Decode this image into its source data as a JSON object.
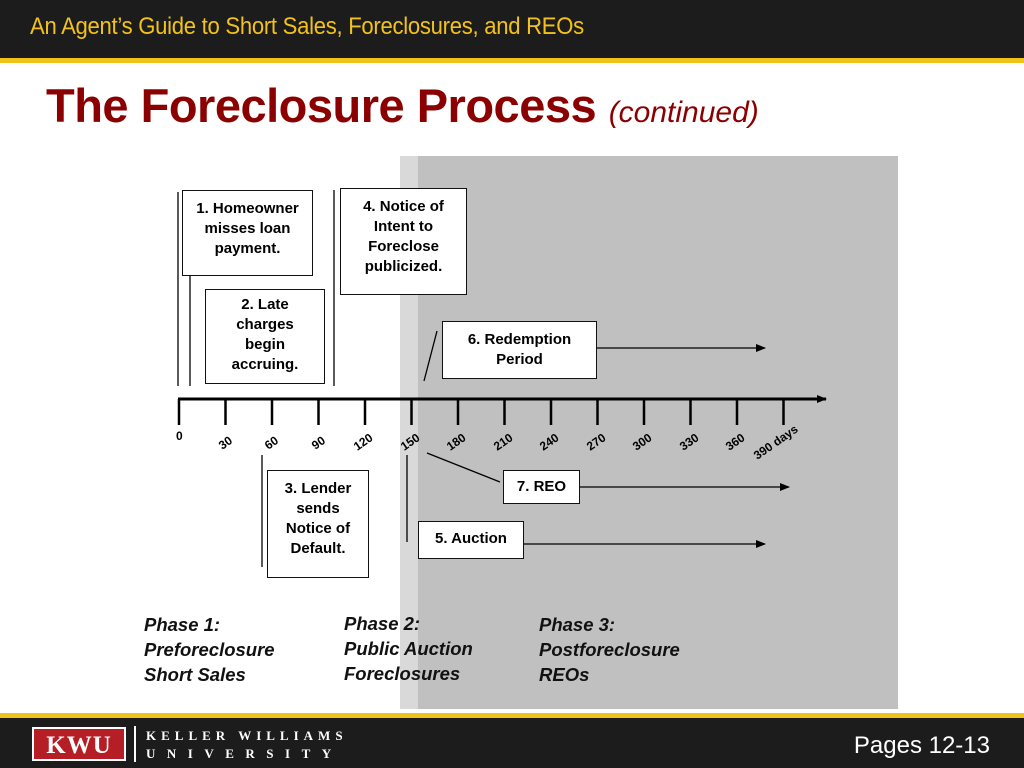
{
  "header": {
    "title": "An Agent’s Guide to Short Sales, Foreclosures, and REOs"
  },
  "slide": {
    "title": "The Foreclosure Process",
    "title_suffix": "(continued)"
  },
  "diagram": {
    "timeline": {
      "ticks": [
        "0",
        "30",
        "60",
        "90",
        "120",
        "150",
        "180",
        "210",
        "240",
        "270",
        "300",
        "330",
        "360",
        "390 days"
      ]
    },
    "steps": [
      {
        "id": "1",
        "lines": [
          "1. Homeowner",
          "misses loan",
          "payment."
        ]
      },
      {
        "id": "2",
        "lines": [
          "2. Late",
          "charges",
          "begin",
          "accruing."
        ]
      },
      {
        "id": "3",
        "lines": [
          "3. Lender",
          "sends",
          "Notice of",
          "Default."
        ]
      },
      {
        "id": "4",
        "lines": [
          "4. Notice of",
          "Intent to",
          "Foreclose",
          "publicized."
        ]
      },
      {
        "id": "5",
        "lines": [
          "5. Auction"
        ]
      },
      {
        "id": "6",
        "lines": [
          "6. Redemption",
          "Period"
        ]
      },
      {
        "id": "7",
        "lines": [
          "7. REO"
        ]
      }
    ],
    "phases": [
      {
        "lines": [
          "Phase 1:",
          "Preforeclosure",
          "Short Sales"
        ]
      },
      {
        "lines": [
          "Phase 2:",
          "Public Auction",
          "Foreclosures"
        ]
      },
      {
        "lines": [
          "Phase 3:",
          "Postforeclosure",
          "REOs"
        ]
      }
    ]
  },
  "footer": {
    "logo_badge": "KWU",
    "logo_line1": "KELLER WILLIAMS",
    "logo_line2": "UNIVERSITY",
    "pages": "Pages 12-13"
  },
  "colors": {
    "title_red": "#8b0000",
    "brand_gold": "#f2c21b",
    "bar_dark": "#1c1c1c",
    "shade_gray": "#c0c0c0",
    "kwu_red": "#b41e24"
  }
}
